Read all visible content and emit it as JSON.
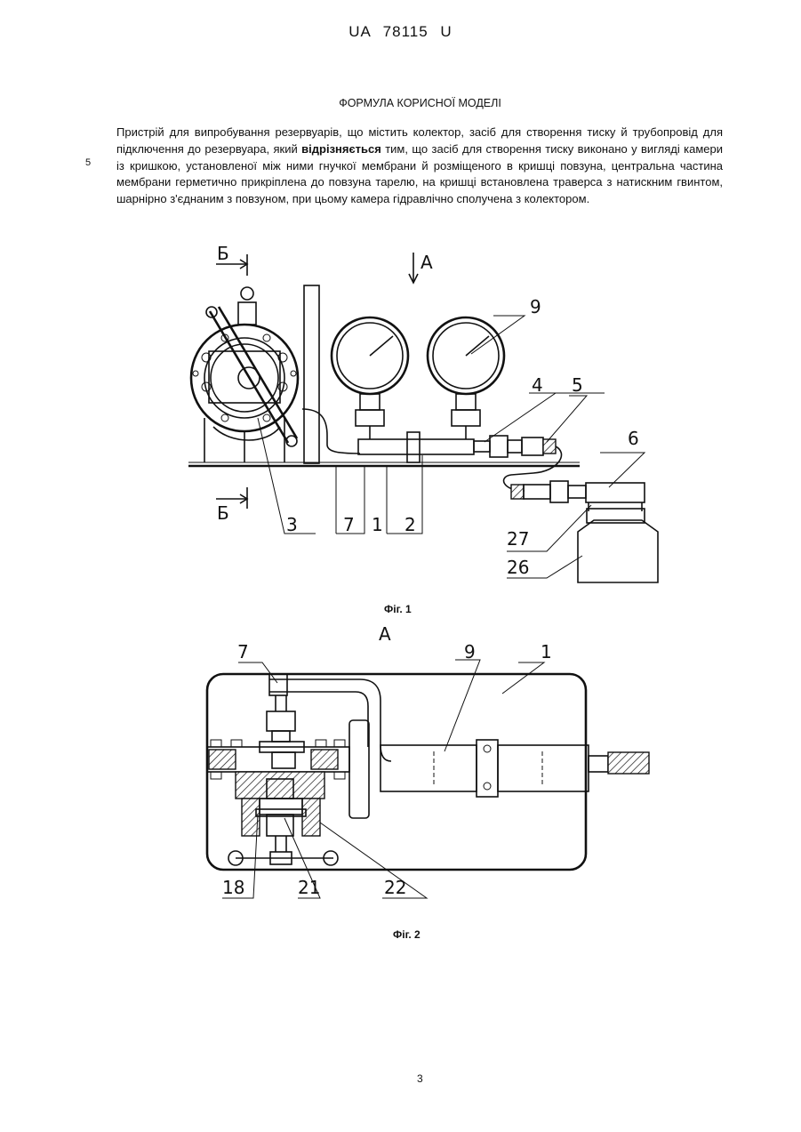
{
  "header": {
    "doc_number": "UA 78115 U"
  },
  "section_title": "ФОРМУЛА КОРИСНОЇ МОДЕЛІ",
  "claim": {
    "part1": "Пристрій для випробування резервуарів, що містить колектор, засіб для створення тиску й трубопровід для підключення до резервуара, який ",
    "emphasis": "відрізняється",
    "part2": " тим, що засіб для створення тиску виконано у вигляді камери із кришкою, установленої між ними гнучкої мембрани й розміщеного в кришці повзуна, центральна частина мембрани герметично прикріплена до повзуна тарелю, на кришці встановлена траверса з натискним гвинтом, шарнірно з'єднаним з повзуном, при цьому камера гідравлічно сполучена з колектором."
  },
  "line_number": "5",
  "figure1": {
    "caption": "Фіг. 1",
    "section_labels": [
      "Б",
      "Б"
    ],
    "view_label": "А",
    "part_labels": [
      "9",
      "4",
      "5",
      "6",
      "3",
      "7",
      "1",
      "2",
      "27",
      "26"
    ]
  },
  "figure2": {
    "caption": "Фіг. 2",
    "view_label": "А",
    "part_labels": [
      "7",
      "9",
      "1",
      "18",
      "21",
      "22"
    ]
  },
  "page_number": "3"
}
